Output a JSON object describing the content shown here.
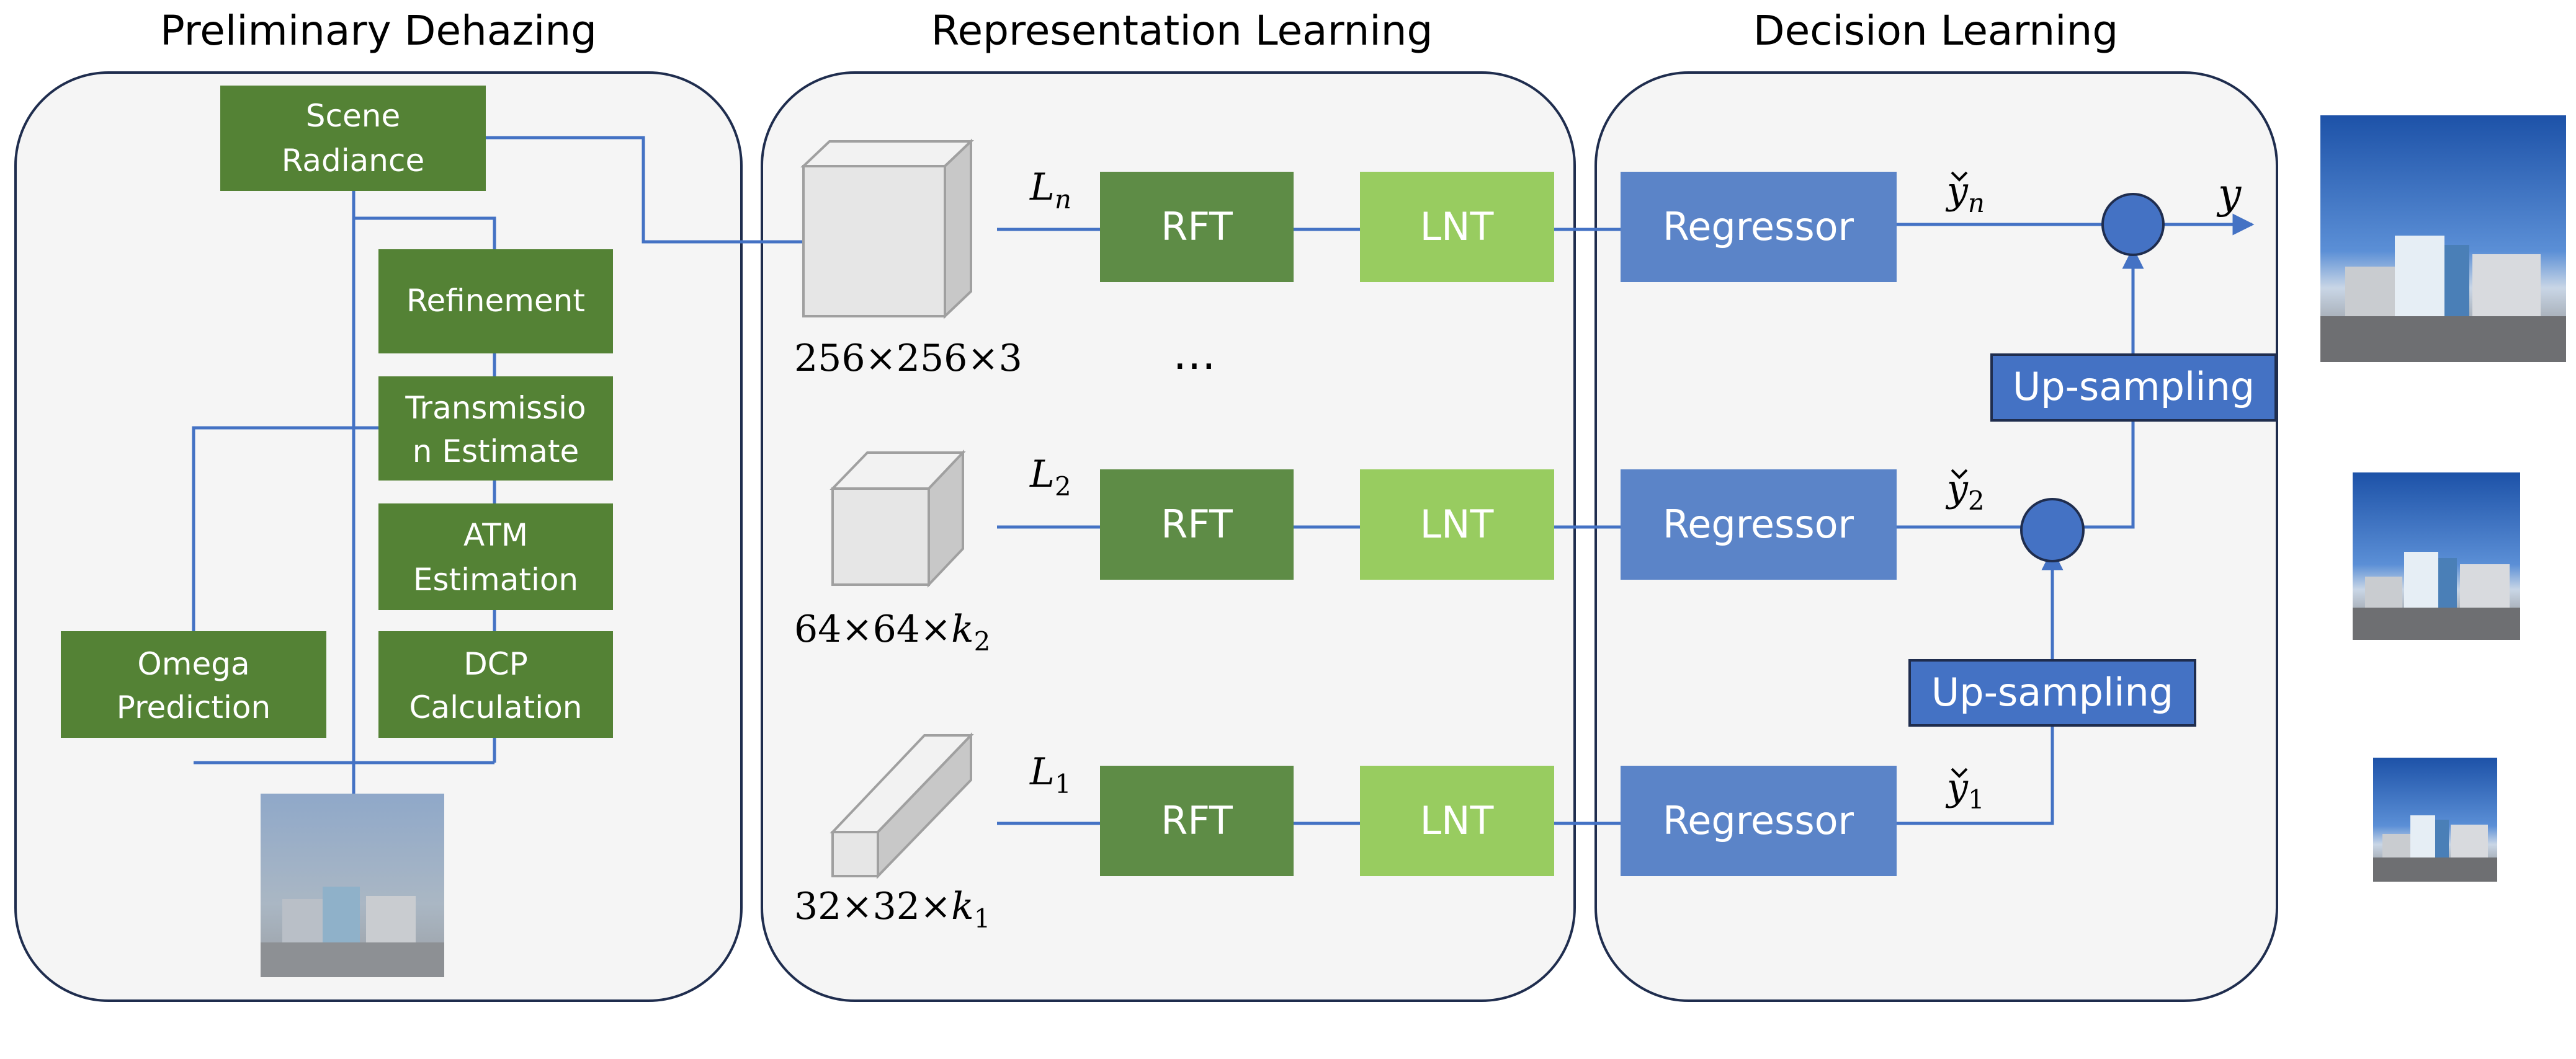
{
  "sections": {
    "preliminary": "Preliminary Dehazing",
    "representation": "Representation Learning",
    "decision": "Decision Learning"
  },
  "dehazing": {
    "scene_radiance": [
      "Scene",
      "Radiance"
    ],
    "refinement": "Refinement",
    "transmission": [
      "Transmissio",
      "n Estimate"
    ],
    "atm": [
      "ATM",
      "Estimation"
    ],
    "dcp": [
      "DCP",
      "Calculation"
    ],
    "omega": [
      "Omega",
      "Prediction"
    ]
  },
  "representation": {
    "rows": [
      {
        "level_symbol": "L",
        "level_sub": "n",
        "rft": "RFT",
        "lnt": "LNT",
        "dim": "256×256×3"
      },
      {
        "level_symbol": "L",
        "level_sub": "2",
        "rft": "RFT",
        "lnt": "LNT",
        "dim_prefix": "64×64×",
        "dim_var": "k",
        "dim_sub": "2"
      },
      {
        "level_symbol": "L",
        "level_sub": "1",
        "rft": "RFT",
        "lnt": "LNT",
        "dim_prefix": "32×32×",
        "dim_var": "k",
        "dim_sub": "1"
      }
    ],
    "ellipsis": "…"
  },
  "decision": {
    "regressor": "Regressor",
    "upsampling": "Up-sampling",
    "outputs": [
      {
        "symbol": "y",
        "sub": "n"
      },
      {
        "symbol": "y",
        "sub": "2"
      },
      {
        "symbol": "y",
        "sub": "1"
      }
    ],
    "final_output": "y"
  },
  "colors": {
    "dark_green": "#548235",
    "mid_green": "#5E8C46",
    "light_green": "#98CC60",
    "blue_box": "#5B84C8",
    "line_blue": "#4472C4",
    "panel_bg": "#F5F5F5",
    "panel_border": "#1F2D4E",
    "sky_blue": "#2E62B7"
  }
}
